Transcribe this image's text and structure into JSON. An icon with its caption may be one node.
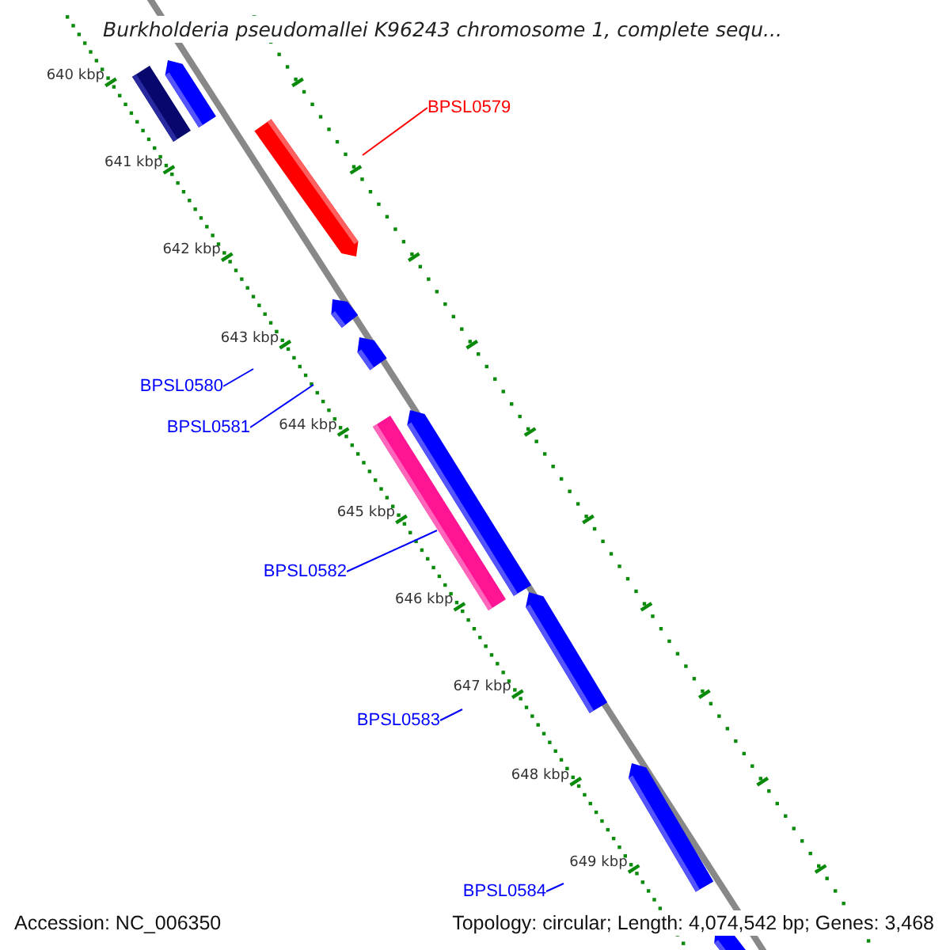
{
  "diagram": {
    "title": "Burkholderia pseudomallei K96243 chromosome 1, complete sequ...",
    "nodes": [
      {
        "text": [
          "BPSL0579"
        ]
      },
      {
        "text": [
          "BPSL0580"
        ]
      },
      {
        "text": [
          "BPSL0581"
        ]
      },
      {
        "text": [
          "BPSL0582"
        ]
      },
      {
        "text": [
          "BPSL0583"
        ]
      },
      {
        "text": [
          "BPSL0584"
        ]
      },
      {
        "text": [],
        "shape": "bar"
      }
    ],
    "edges": [
      {
        "from": 0,
        "to": null,
        "arrow": "none",
        "color": "#ff0000"
      },
      {
        "from": 1,
        "to": null,
        "arrow": "none"
      },
      {
        "from": 2,
        "to": null,
        "arrow": "none"
      },
      {
        "from": 3,
        "to": 6,
        "arrow": "none"
      },
      {
        "from": 4,
        "to": null,
        "arrow": "none"
      },
      {
        "from": 5,
        "to": null,
        "arrow": "none"
      }
    ],
    "labels": [
      "640 kbp",
      "641 kbp",
      "642 kbp",
      "643 kbp",
      "644 kbp",
      "645 kbp",
      "646 kbp",
      "647 kbp",
      "648 kbp",
      "649 kbp",
      "Accession: NC_006350",
      "Topology: circular; Length: 4,074,542 bp; Genes: 3,468"
    ]
  }
}
